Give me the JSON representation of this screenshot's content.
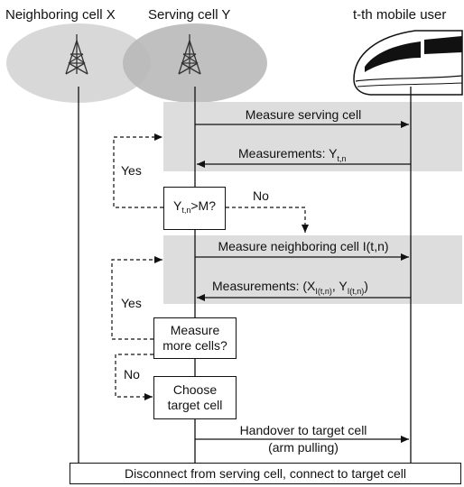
{
  "title_x": "Neighboring cell X",
  "title_y": "Serving cell Y",
  "title_user": "t-th mobile user",
  "msg_measure_serving": "Measure serving cell",
  "msg_measurements_y": {
    "base": "Measurements: Y",
    "sub": "t,n"
  },
  "decision_1": {
    "base": "Y",
    "sub": "t,n",
    "rest": ">M?"
  },
  "label_yes_1": "Yes",
  "label_no_1": "No",
  "msg_measure_neighbor": "Measure neighboring cell I(t,n)",
  "msg_measurements_xy": {
    "prefix": "Measurements: (X",
    "sub1": "I(t,n)",
    "mid": ",  Y",
    "sub2": "I(t,n)",
    "suffix": ")"
  },
  "label_yes_2": "Yes",
  "decision_2": [
    "Measure",
    "more cells?"
  ],
  "label_no_2": "No",
  "box_choose": [
    "Choose",
    "target cell"
  ],
  "msg_handover": [
    "Handover to target cell",
    "(arm pulling)"
  ],
  "bottom_bar": "Disconnect from serving cell, connect to target cell"
}
